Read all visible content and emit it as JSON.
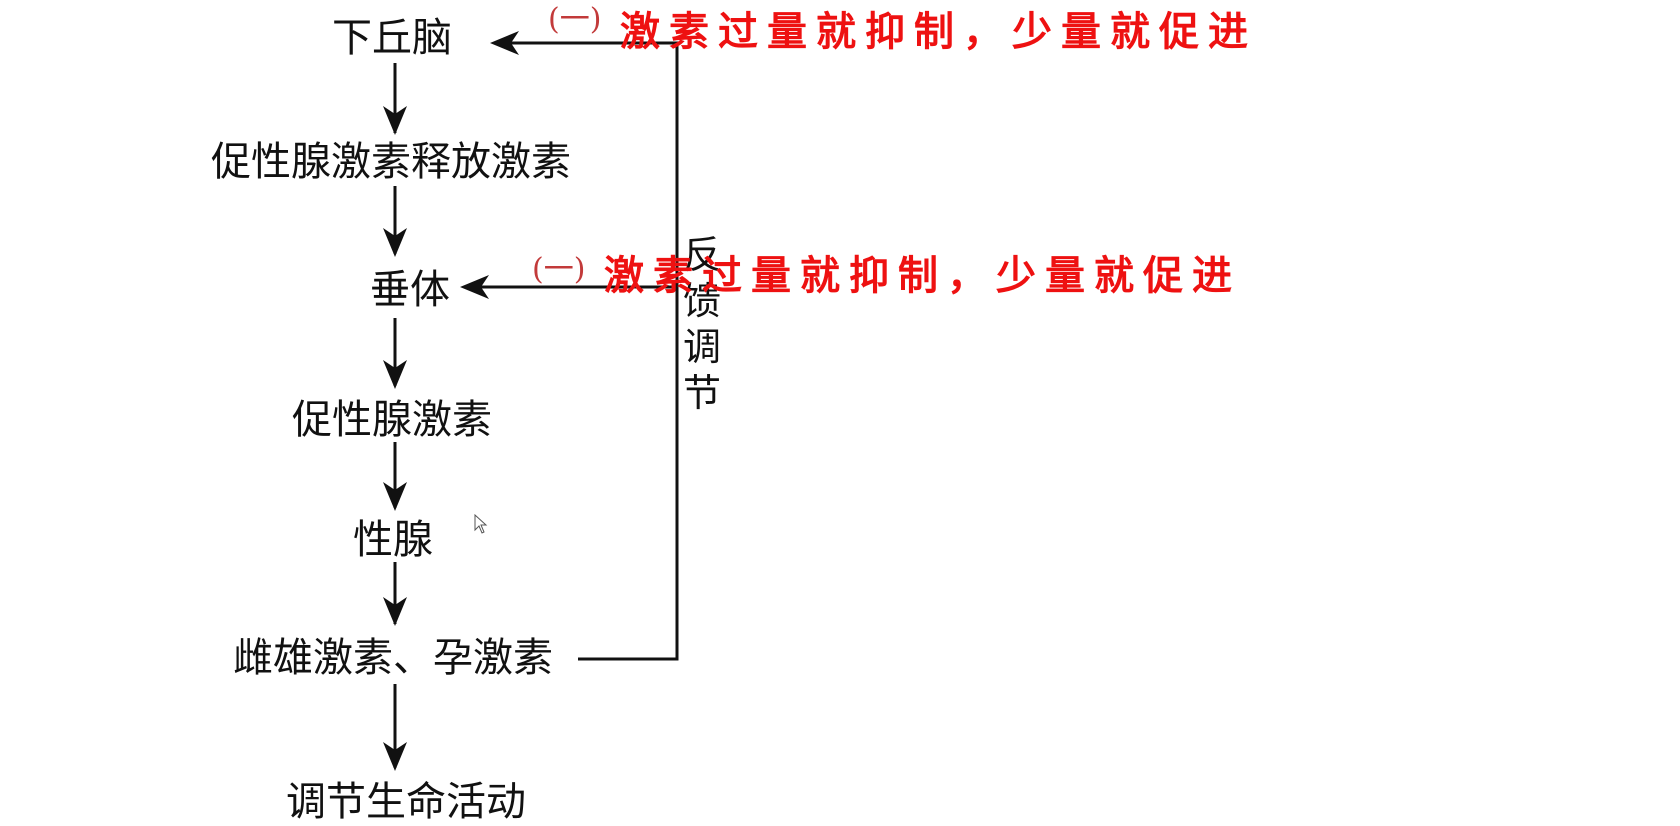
{
  "diagram": {
    "nodes": [
      {
        "id": "hypothalamus",
        "label": "下丘脑"
      },
      {
        "id": "gnrh",
        "label": "促性腺激素释放激素"
      },
      {
        "id": "pituitary",
        "label": "垂体"
      },
      {
        "id": "gonadotropin",
        "label": "促性腺激素"
      },
      {
        "id": "gonad",
        "label": "性腺"
      },
      {
        "id": "sex_hormones",
        "label": "雌雄激素、孕激素"
      },
      {
        "id": "regulate_life",
        "label": "调节生命活动"
      }
    ],
    "feedback_label": [
      "反",
      "馈",
      "调",
      "节"
    ],
    "negative_marks": {
      "hypothalamus": "(一)",
      "pituitary": "(一)"
    },
    "annotations": {
      "hypothalamus": "激素过量就抑制，少量就促进",
      "pituitary": "激素过量就抑制，少量就促进"
    },
    "colors": {
      "line": "#111111",
      "annotation": "#ee1111",
      "negative_mark": "#c23a3a"
    }
  }
}
